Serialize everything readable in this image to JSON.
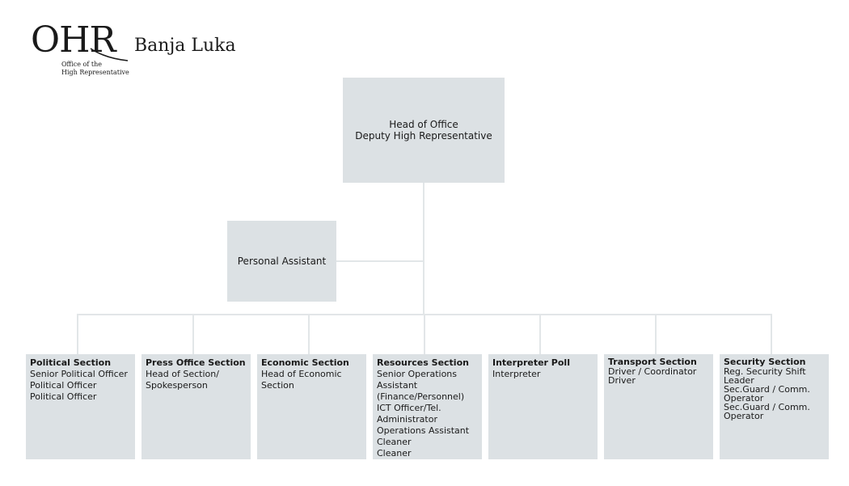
{
  "logo": {
    "mark": "OHR",
    "sub_lines": [
      "Office of the",
      "High Representative"
    ],
    "city": "Banja Luka"
  },
  "head": {
    "lines": [
      "Head of Office",
      "Deputy High Representative"
    ]
  },
  "assistant": {
    "label": "Personal Assistant"
  },
  "sections": [
    {
      "title": "Political Section",
      "lines": [
        "Senior Political Officer",
        "Political Officer",
        "Political Officer"
      ]
    },
    {
      "title": "Press Office Section",
      "lines": [
        "Head of Section/",
        "Spokesperson"
      ]
    },
    {
      "title": "Economic Section",
      "lines": [
        "Head of Economic",
        "Section"
      ]
    },
    {
      "title": "Resources Section",
      "lines": [
        "Senior Operations",
        "Assistant",
        "(Finance/Personnel)",
        "ICT Officer/Tel.",
        "Administrator",
        "Operations Assistant",
        "Cleaner",
        "Cleaner"
      ]
    },
    {
      "title": "Interpreter Poll",
      "lines": [
        "Interpreter"
      ]
    },
    {
      "title": "Transport Section",
      "lines": [
        "Driver / Coordinator",
        "Driver"
      ]
    },
    {
      "title": "Security Section",
      "lines": [
        "Reg. Security Shift",
        "Leader",
        "Sec.Guard / Comm.",
        "Operator",
        "Sec.Guard / Comm.",
        "Operator"
      ]
    }
  ],
  "colors": {
    "box": "#dce1e4",
    "connector": "#e2e6e8",
    "text": "#1a1a1a"
  }
}
